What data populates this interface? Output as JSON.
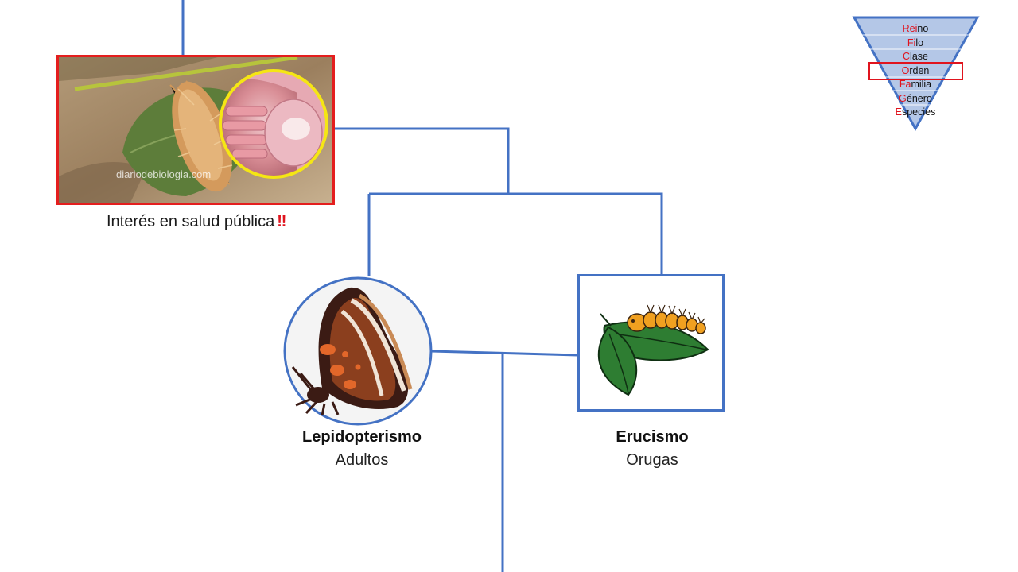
{
  "photo": {
    "watermark": "diariodebiologia.com",
    "caption": "Interés en salud pública",
    "caption_emphasis": "‼"
  },
  "groups": [
    {
      "title": "Lepidopterismo",
      "subtitle": "Adultos",
      "icon": "butterfly-icon"
    },
    {
      "title": "Erucismo",
      "subtitle": "Orugas",
      "icon": "caterpillar-icon"
    }
  ],
  "taxonomy": {
    "ranks": [
      {
        "first": "Rei",
        "rest": "no"
      },
      {
        "first": "Fi",
        "rest": "lo"
      },
      {
        "first": "C",
        "rest": "lase"
      },
      {
        "first": "O",
        "rest": "rden"
      },
      {
        "first": "Fa",
        "rest": "milia"
      },
      {
        "first": "G",
        "rest": "énero"
      },
      {
        "first": "E",
        "rest": "species"
      }
    ],
    "highlighted": "Orden"
  },
  "colors": {
    "connector": "#4472c4",
    "photo_border": "#e41e1e",
    "zoom_ring": "#f5e614",
    "rank_initial": "#e0141e",
    "pyramid_fill": "#b4c7e7",
    "pyramid_border": "#4472c4"
  }
}
